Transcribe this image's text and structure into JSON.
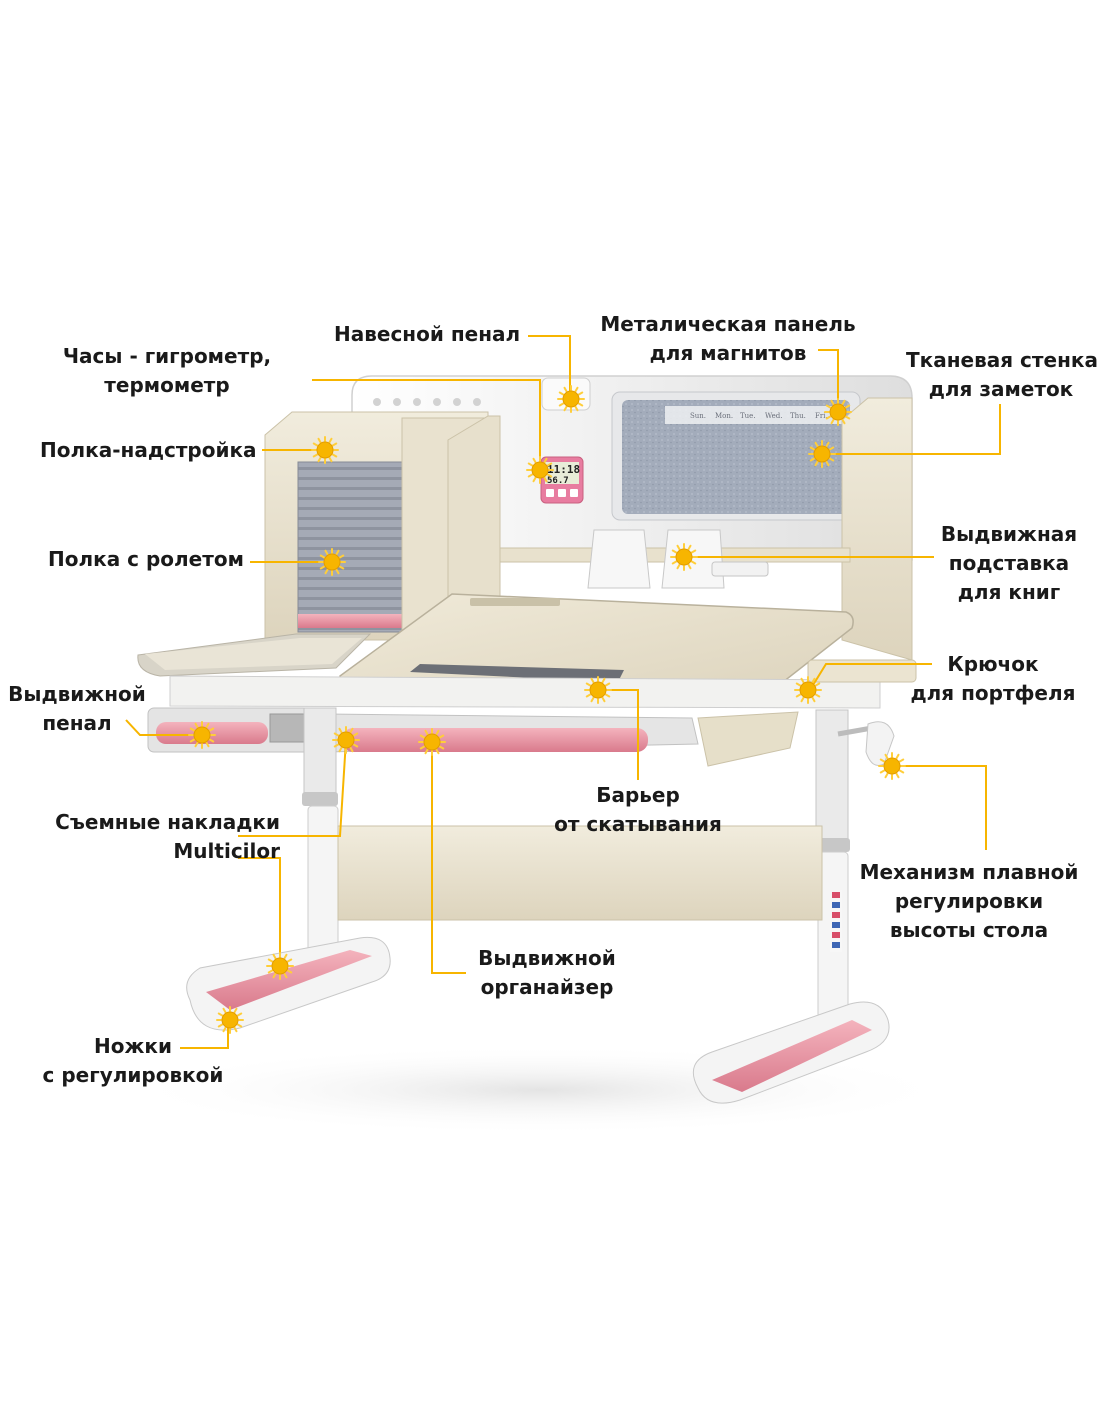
{
  "labels": {
    "clock": [
      "Часы - гигрометр,",
      "термометр"
    ],
    "hanging_pencil_case": [
      "Навесной пенал"
    ],
    "metal_panel": [
      "Металическая панель",
      "для магнитов"
    ],
    "fabric_wall": [
      "Тканевая стенка",
      "для заметок"
    ],
    "shelf_top": [
      "Полка-надстройка"
    ],
    "shelf_roller": [
      "Полка с ролетом"
    ],
    "book_stand": [
      "Выдвижная",
      "подставка",
      "для книг"
    ],
    "bag_hook": [
      "Крючок",
      "для портфеля"
    ],
    "drawer_pencil": [
      "Выдвижной",
      "пенал"
    ],
    "anti_roll": [
      "Барьер",
      "от скатывания"
    ],
    "overlays": [
      "Съемные накладки",
      "Multicilor"
    ],
    "height_mechanism": [
      "Механизм плавной",
      "регулировки",
      "высоты стола"
    ],
    "organizer": [
      "Выдвижной",
      "органайзер"
    ],
    "legs": [
      "Ножки",
      "с регулировкой"
    ]
  },
  "panel_calendar": [
    "Sun.",
    "Mon.",
    "Tue.",
    "Wed.",
    "Thu.",
    "Fri."
  ],
  "clock_display": [
    "11:18",
    "56.7"
  ],
  "colors": {
    "marker": "#f7b500",
    "marker_ray": "#ffce3a",
    "leader_line": "#f7b500",
    "accent_pink": "#e88b9c",
    "desk_beige": "#ece5d3",
    "panel_white": "#f4f4f2",
    "felt_gray": "#9aa4b5",
    "frame_white": "#f3f3f3",
    "text": "#1a1a1a"
  }
}
